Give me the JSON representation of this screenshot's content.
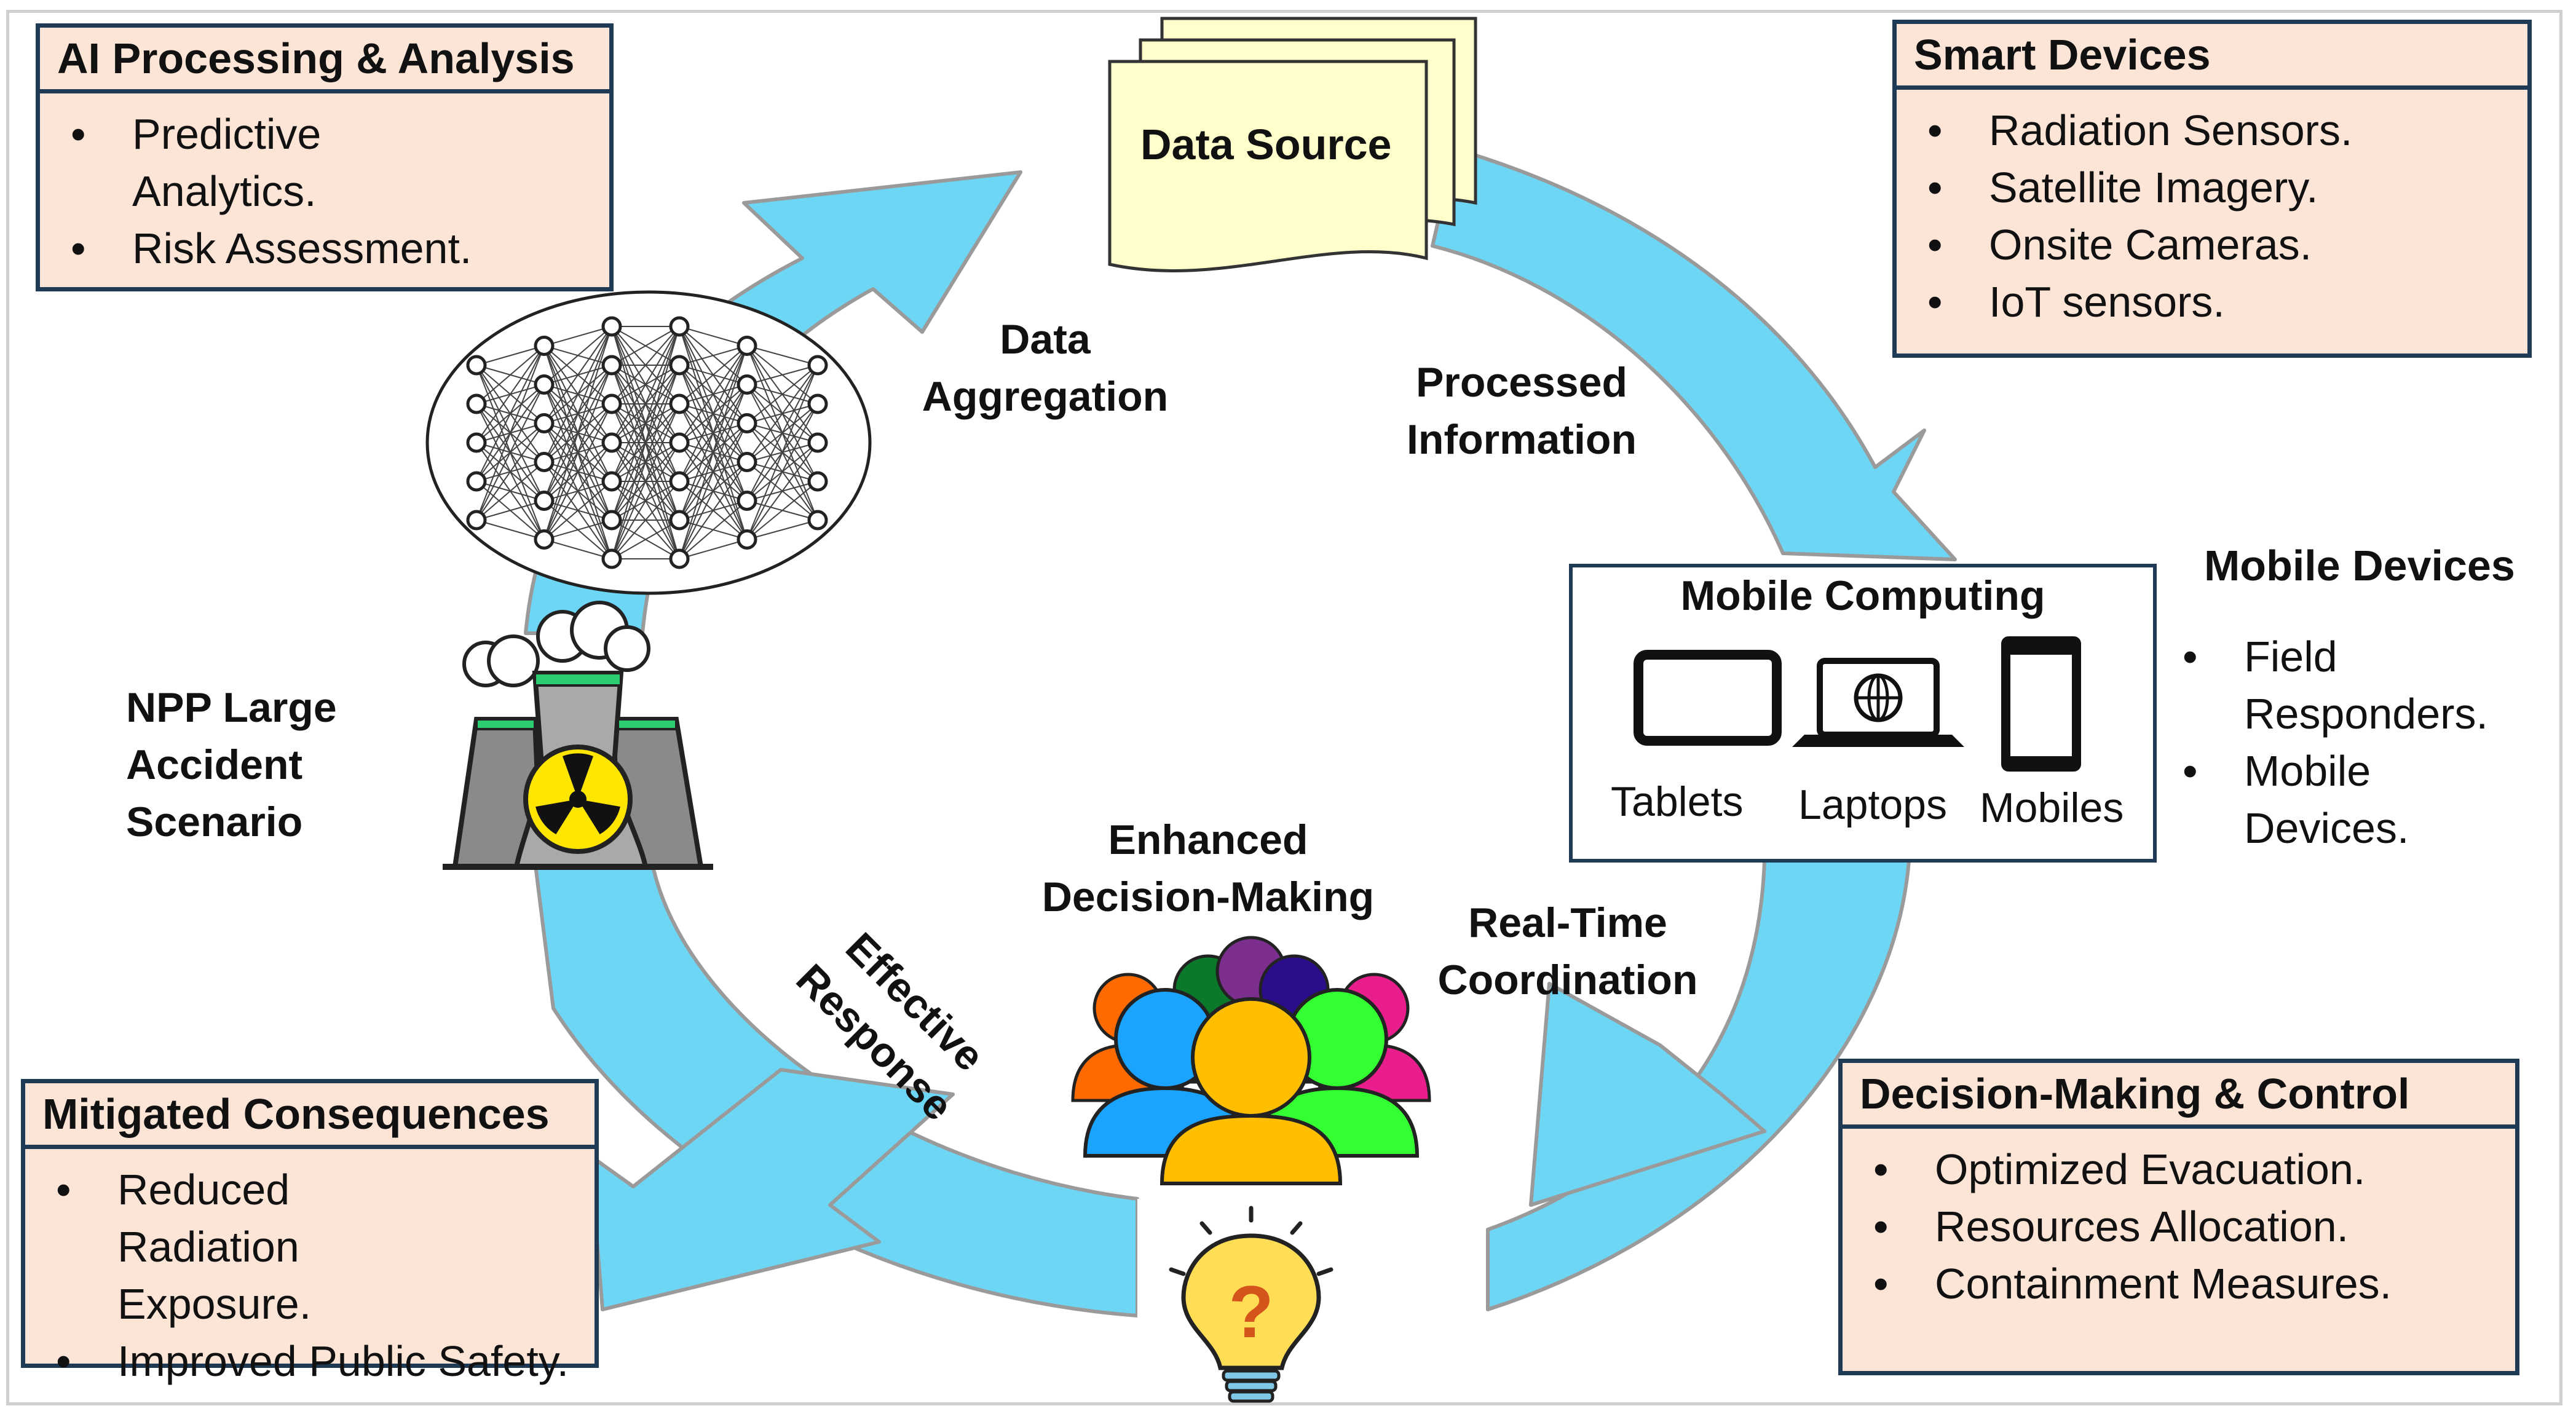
{
  "center": {
    "data_source": "Data Source",
    "data_aggregation": [
      "Data",
      "Aggregation"
    ],
    "processed_information": [
      "Processed",
      "Information"
    ],
    "real_time_coordination": [
      "Real-Time",
      "Coordination"
    ],
    "enhanced_decision_making": [
      "Enhanced",
      "Decision-Making"
    ],
    "effective_response": [
      "Effective",
      "Response"
    ],
    "npp_scenario": [
      "NPP Large",
      "Accident",
      "Scenario"
    ]
  },
  "boxes": {
    "ai": {
      "title": "AI Processing & Analysis",
      "items": [
        "Predictive Analytics.",
        "Risk Assessment."
      ]
    },
    "smart": {
      "title": "Smart Devices",
      "items": [
        "Radiation Sensors.",
        "Satellite Imagery.",
        "Onsite Cameras.",
        "IoT sensors."
      ]
    },
    "mitigated": {
      "title": "Mitigated Consequences",
      "items": [
        "Reduced Radiation Exposure.",
        "Improved Public Safety."
      ]
    },
    "decision": {
      "title": "Decision-Making & Control",
      "items": [
        "Optimized Evacuation.",
        "Resources Allocation.",
        "Containment Measures."
      ]
    }
  },
  "mobile_computing": {
    "title": "Mobile Computing",
    "tablets": "Tablets",
    "laptops": "Laptops",
    "mobiles": "Mobiles"
  },
  "mobile_devices": {
    "title": "Mobile Devices",
    "items": [
      "Field Responders.",
      "Mobile Devices."
    ]
  },
  "colors": {
    "arrow_fill": "#6dd6f4",
    "arrow_stroke": "#9a9a9a",
    "box_fill": "#fce4d6",
    "box_border": "#1f3a55",
    "doc_fill": "#ffffcc"
  },
  "icons": [
    "neural-network-icon",
    "nuclear-plant-icon",
    "tablet-icon",
    "laptop-icon",
    "smartphone-icon",
    "team-icon",
    "lightbulb-question-icon",
    "document-stack-icon"
  ]
}
